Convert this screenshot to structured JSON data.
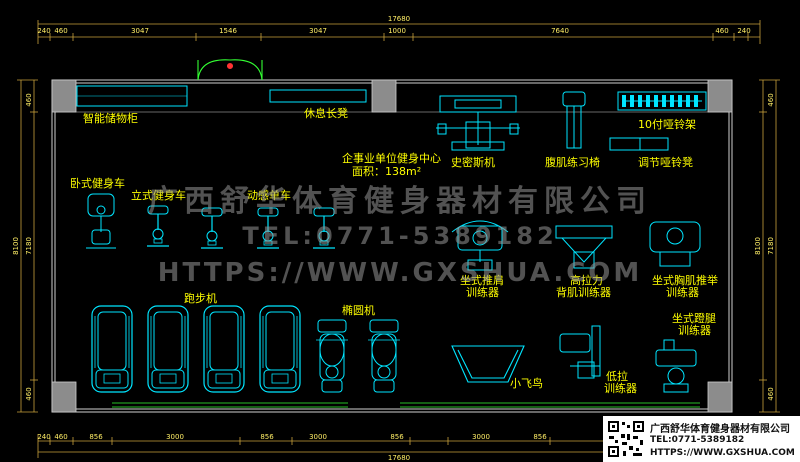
{
  "dimensions": {
    "top": [
      "240",
      "460",
      "3047",
      "1546",
      "3047",
      "1000",
      "7640",
      "460",
      "240"
    ],
    "top_total": "17680",
    "bottom": [
      "240",
      "460",
      "856",
      "3000",
      "856",
      "3000",
      "856",
      "3000",
      "856"
    ],
    "bottom_total": "17680",
    "left": [
      "460",
      "8100",
      "7180",
      "460"
    ],
    "right": [
      "460",
      "8100",
      "7180",
      "460"
    ]
  },
  "labels": {
    "smart_locker": "智能储物柜",
    "rest_bench": "休息长凳",
    "smith_machine": "史密斯机",
    "ab_bench": "腹肌练习椅",
    "dumbbell_rack": "10付哑铃架",
    "adjustable_bench": "调节哑铃凳",
    "center_name": "企事业单位健身中心",
    "area": "面积：138m²",
    "recumbent_bike": "卧式健身车",
    "upright_bike": "立式健身车",
    "spin_bike": "动感单车",
    "seated_shoulder_press": "坐式推肩训练器",
    "lat_pulldown": "高拉力背肌训练器",
    "chest_press": "坐式胸肌推举训练器",
    "treadmill": "跑步机",
    "elliptical": "椭圆机",
    "leg_trainer": "坐式蹬腿训练器",
    "cable_crossover": "小飞鸟",
    "low_row": "低拉训练器"
  },
  "watermark": {
    "company": "广西舒华体育健身器材有限公司",
    "tel": "TEL:0771-5389182",
    "web": "HTTPS://WWW.GXSHUA.COM"
  },
  "corner_info": {
    "company": "广西舒华体育健身器材有限公司",
    "tel": "TEL:0771-5389182",
    "web": "HTTPS://WWW.GXSHUA.COM"
  },
  "colors": {
    "background": "#000000",
    "wall": "#cfcfcf",
    "equipment": "#00e5ff",
    "label": "#ffff00",
    "dimension": "#ffee66",
    "door": "#33ff33",
    "dim_line": "#c8a23c"
  }
}
